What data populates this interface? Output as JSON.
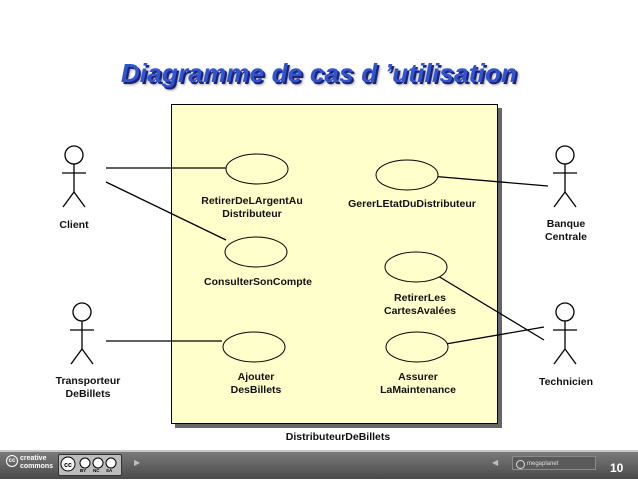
{
  "slide": {
    "title": "Diagramme de cas d ’utilisation",
    "page_number": "10"
  },
  "diagram": {
    "system_name": "DistributeurDeBillets",
    "actors": {
      "client": "Client",
      "banque_line1": "Banque",
      "banque_line2": "Centrale",
      "transporteur_line1": "Transporteur",
      "transporteur_line2": "DeBillets",
      "technicien": "Technicien"
    },
    "use_cases": {
      "retirer_line1": "RetirerDeLArgentAu",
      "retirer_line2": "Distributeur",
      "gerer": "GererLEtatDuDistributeur",
      "consulter": "ConsulterSonCompte",
      "cartes_line1": "RetirerLes",
      "cartes_line2": "CartesAvalées",
      "ajouter_line1": "Ajouter",
      "ajouter_line2": "DesBillets",
      "assurer_line1": "Assurer",
      "assurer_line2": "LaMaintenance"
    }
  },
  "footer": {
    "cc_line1": "creative",
    "cc_line2": "commons",
    "cc_badges": [
      "BY",
      "NC",
      "SA"
    ],
    "watermark": "megaplanet"
  },
  "colors": {
    "title": "#3355cc",
    "system_fill": "#ffffcc",
    "usecase_fill": "#ffffcc",
    "footer": "#5a5a5a"
  }
}
